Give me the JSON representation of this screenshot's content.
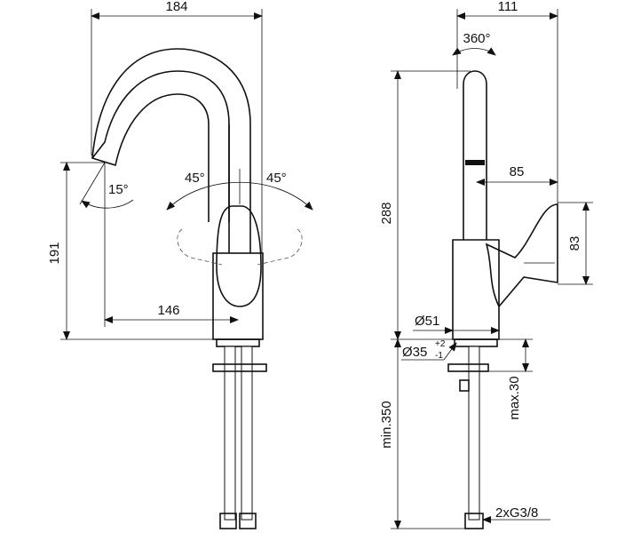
{
  "front_view": {
    "width_label": "184",
    "spout_angle_label": "15°",
    "lever_left_angle_label": "45°",
    "lever_right_angle_label": "45°",
    "spout_height_label": "191",
    "spout_reach_label": "146"
  },
  "side_view": {
    "depth_label": "111",
    "rotation_label": "360°",
    "height_label": "288",
    "lever_reach_label": "85",
    "lever_height_label": "83",
    "base_diameter_label": "Ø51",
    "hole_diameter_label": "Ø35",
    "hole_tolerance_upper": "+2",
    "hole_tolerance_lower": "-1",
    "max_deck_label": "max.30",
    "hose_length_label": "min.350",
    "connection_label": "2xG3/8"
  }
}
